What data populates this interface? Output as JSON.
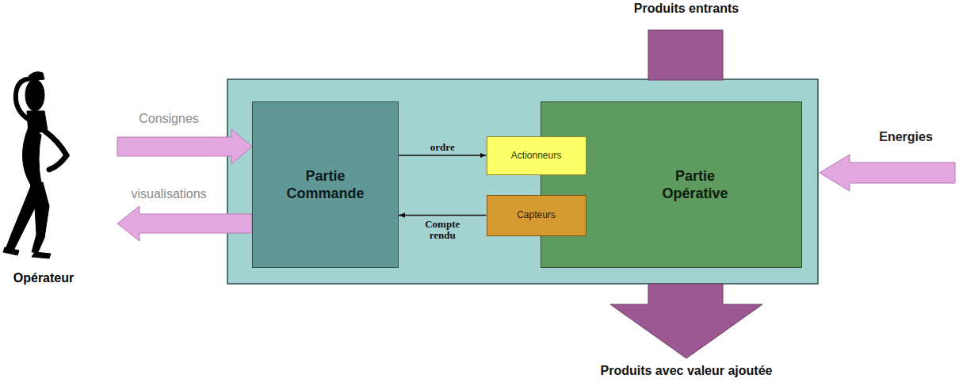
{
  "diagram": {
    "nodes": [
      {
        "text": [
          "Partie Commande"
        ]
      },
      {
        "text": [
          "Partie Opérative"
        ]
      },
      {
        "text": [
          "Actionneurs"
        ],
        "in": 1
      },
      {
        "text": [
          "Capteurs"
        ],
        "in": 1
      }
    ],
    "edges": [
      {
        "from": 0,
        "to": 2,
        "label": "ordre",
        "arrow": "to"
      },
      {
        "from": 3,
        "to": 0,
        "label": "Compte rendu",
        "arrow": "to"
      }
    ],
    "labels": [
      "Consignes",
      "visualisations",
      "Produits entrants",
      "Energies",
      "Produits avec valeur ajoutée",
      "Opérateur"
    ]
  }
}
